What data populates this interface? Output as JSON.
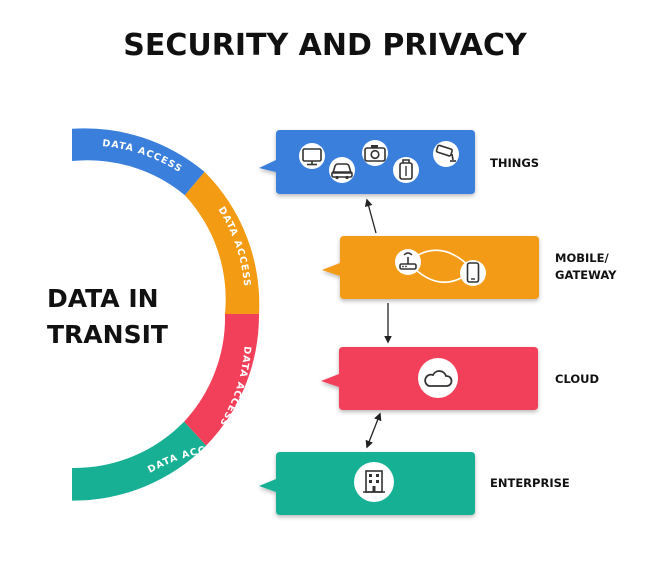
{
  "title": "SECURITY AND PRIVACY",
  "center": {
    "line1": "DATA IN",
    "line2": "TRANSIT"
  },
  "arc": {
    "segments": [
      {
        "label": "DATA ACCESS",
        "color": "#3a7fdc"
      },
      {
        "label": "DATA ACCESS",
        "color": "#f39b12"
      },
      {
        "label": "DATA ACCESS",
        "color": "#f2405a"
      },
      {
        "label": "DATA ACCESS",
        "color": "#17b094"
      }
    ]
  },
  "layers": [
    {
      "id": "things",
      "label": "THINGS",
      "color": "#3a7fdc",
      "icons": [
        "monitor-icon",
        "car-icon",
        "camera-icon",
        "luggage-icon",
        "cctv-icon"
      ]
    },
    {
      "id": "mobile",
      "label_line1": "MOBILE/",
      "label_line2": "GATEWAY",
      "color": "#f39b12",
      "icons": [
        "router-icon",
        "smartphone-icon"
      ]
    },
    {
      "id": "cloud",
      "label": "CLOUD",
      "color": "#f2405a",
      "icons": [
        "cloud-icon"
      ]
    },
    {
      "id": "enterprise",
      "label": "ENTERPRISE",
      "color": "#17b094",
      "icons": [
        "building-icon"
      ]
    }
  ]
}
